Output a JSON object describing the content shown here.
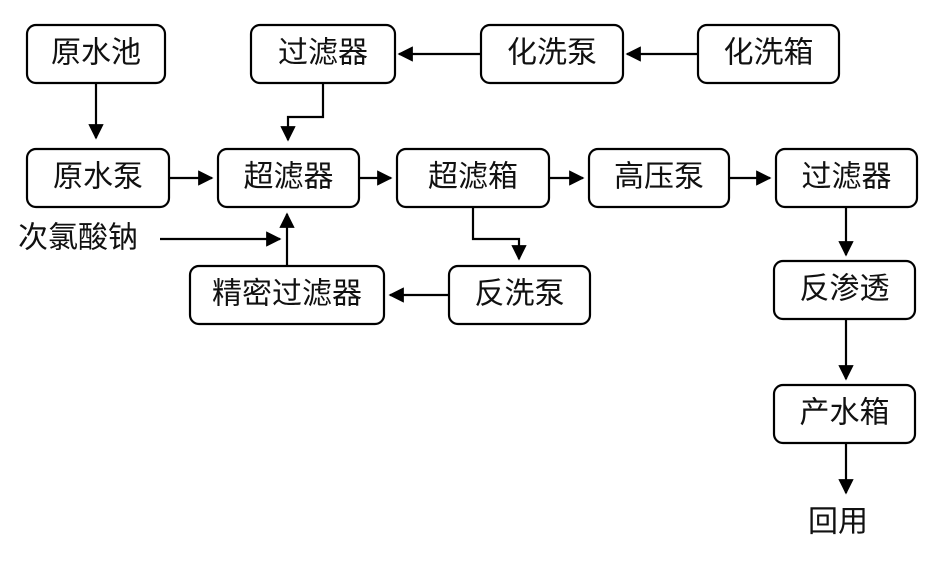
{
  "nodes": {
    "raw_water_pool": "原水池",
    "filter_top": "过滤器",
    "chem_wash_pump": "化洗泵",
    "chem_wash_tank": "化洗箱",
    "raw_water_pump": "原水泵",
    "ultrafilter": "超滤器",
    "uf_tank": "超滤箱",
    "high_pressure_pump": "高压泵",
    "filter_right": "过滤器",
    "fine_filter": "精密过滤器",
    "backwash_pump": "反洗泵",
    "reverse_osmosis": "反渗透",
    "product_water_tank": "产水箱"
  },
  "labels": {
    "sodium_hypochlorite": "次氯酸钠",
    "reuse": "回用"
  },
  "colors": {
    "stroke": "#000000",
    "text": "#111111",
    "background": "#ffffff"
  }
}
